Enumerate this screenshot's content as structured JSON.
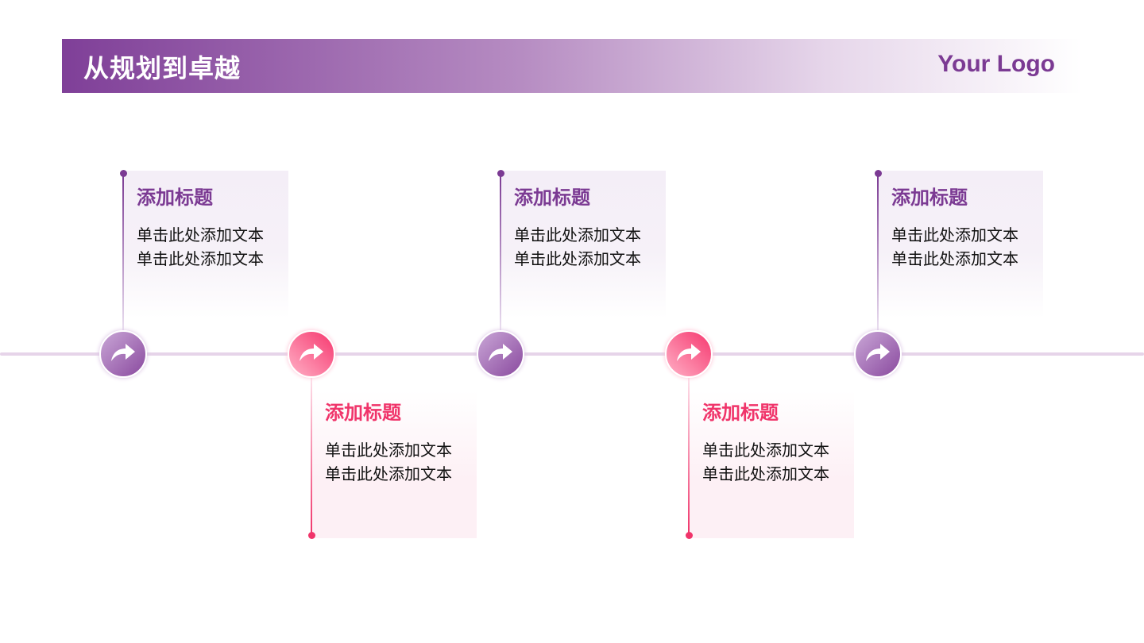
{
  "header": {
    "title": "从规划到卓越",
    "logo": "Your Logo"
  },
  "steps": [
    {
      "title": "添加标题",
      "line1": "单击此处添加文本",
      "line2": "单击此处添加文本",
      "position": "top",
      "color": "#7b3a93"
    },
    {
      "title": "添加标题",
      "line1": "单击此处添加文本",
      "line2": "单击此处添加文本",
      "position": "bottom",
      "color": "#f0346a"
    },
    {
      "title": "添加标题",
      "line1": "单击此处添加文本",
      "line2": "单击此处添加文本",
      "position": "top",
      "color": "#7b3a93"
    },
    {
      "title": "添加标题",
      "line1": "单击此处添加文本",
      "line2": "单击此处添加文本",
      "position": "bottom",
      "color": "#f0346a"
    },
    {
      "title": "添加标题",
      "line1": "单击此处添加文本",
      "line2": "单击此处添加文本",
      "position": "top",
      "color": "#7b3a93"
    }
  ],
  "icon": "share-arrow-icon"
}
